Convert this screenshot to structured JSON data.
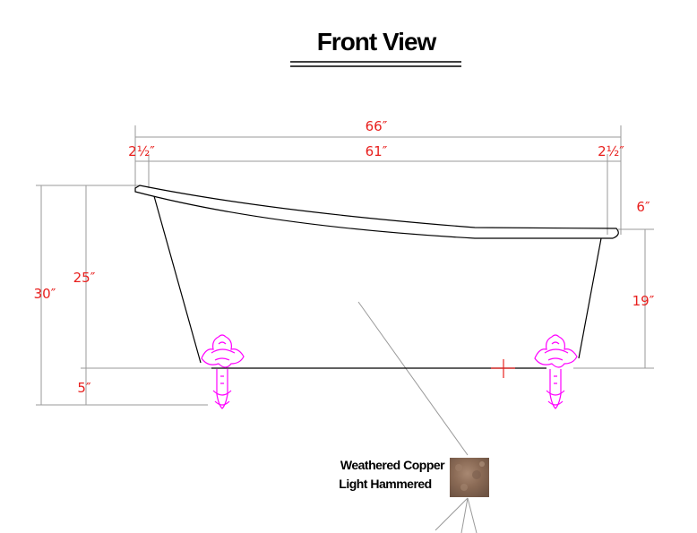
{
  "title": "Front View",
  "dimensions": {
    "overall_length": "66″",
    "inner_length": "61″",
    "rim_left": "2½″",
    "rim_right": "2½″",
    "slope_drop": "6″",
    "overall_height": "30″",
    "tub_height": "25″",
    "foot_height": "5″",
    "right_body_height": "19″"
  },
  "material": {
    "line1": "Weathered Copper",
    "line2": "Light Hammered"
  },
  "colors": {
    "dimension_text": "#e8201e",
    "feet": "#ff00ff",
    "swatch": "#8a6a55"
  }
}
